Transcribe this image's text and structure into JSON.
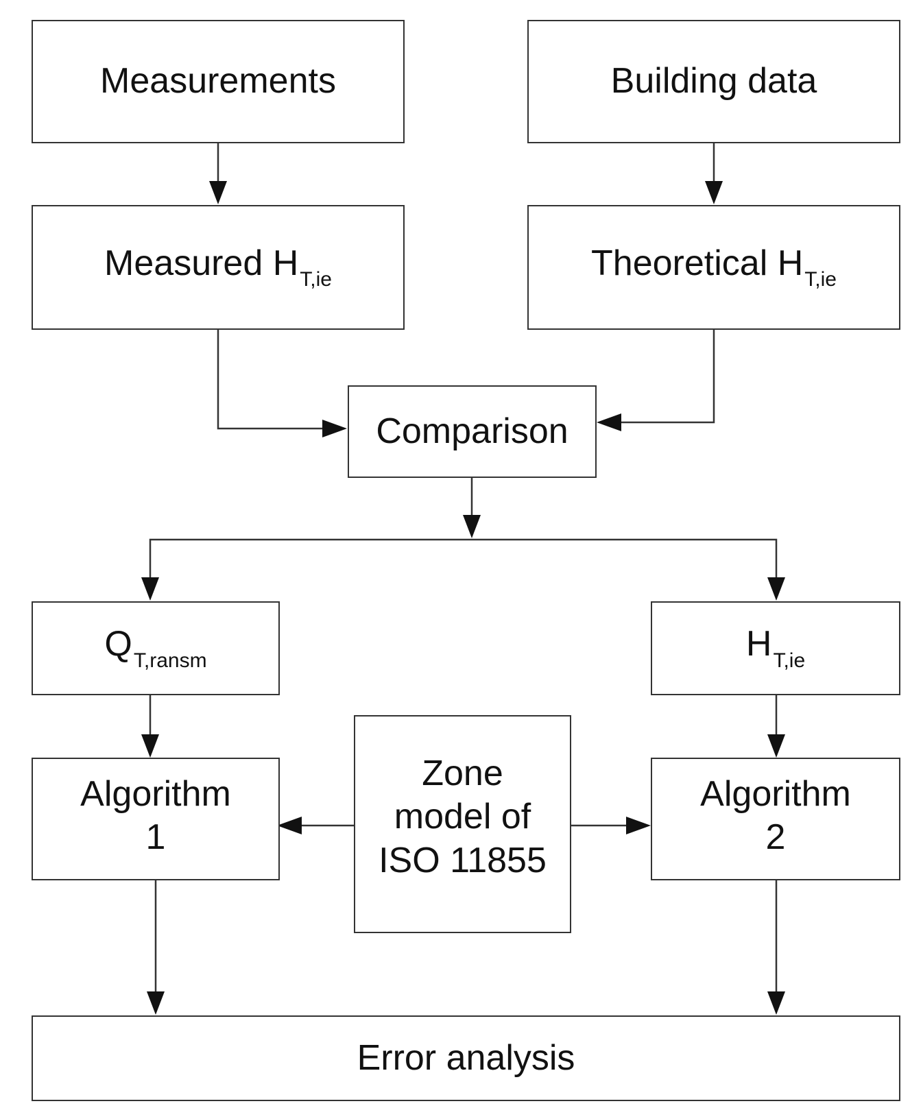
{
  "nodes": {
    "measurements": {
      "text": "Measurements"
    },
    "building_data": {
      "text": "Building data"
    },
    "measured_h": {
      "text": "Measured H",
      "sub": "T,ie"
    },
    "theoretical_h": {
      "text": "Theoretical H",
      "sub": "T,ie"
    },
    "comparison": {
      "text": "Comparison"
    },
    "q_transm": {
      "text": "Q",
      "sub": "T,ransm"
    },
    "h_tie": {
      "text": "H",
      "sub": "T,ie"
    },
    "algorithm1": {
      "line1": "Algorithm",
      "line2": "1"
    },
    "zone_model": {
      "line1": "Zone",
      "line2": "model of",
      "line3": "ISO 11855"
    },
    "algorithm2": {
      "line1": "Algorithm",
      "line2": "2"
    },
    "error_analysis": {
      "text": "Error analysis"
    }
  },
  "edges": [
    {
      "from": "Measurements",
      "to": "Measured H T,ie"
    },
    {
      "from": "Building data",
      "to": "Theoretical H T,ie"
    },
    {
      "from": "Measured H T,ie",
      "to": "Comparison"
    },
    {
      "from": "Theoretical H T,ie",
      "to": "Comparison"
    },
    {
      "from": "Comparison",
      "to": "Q T,ransm"
    },
    {
      "from": "Comparison",
      "to": "H T,ie"
    },
    {
      "from": "Q T,ransm",
      "to": "Algorithm 1"
    },
    {
      "from": "H T,ie",
      "to": "Algorithm 2"
    },
    {
      "from": "Zone model of ISO 11855",
      "to": "Algorithm 1"
    },
    {
      "from": "Zone model of ISO 11855",
      "to": "Algorithm 2"
    },
    {
      "from": "Algorithm 1",
      "to": "Error analysis"
    },
    {
      "from": "Algorithm 2",
      "to": "Error analysis"
    }
  ],
  "colors": {
    "stroke": "#333333",
    "text": "#111111",
    "background": "#ffffff"
  }
}
